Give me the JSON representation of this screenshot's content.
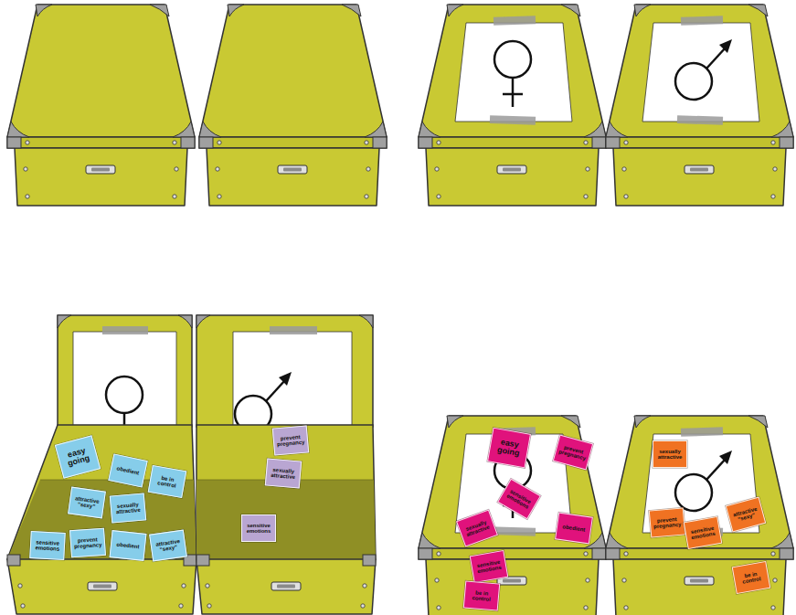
{
  "diagram": {
    "nodes": [
      {
        "text": [
          "easy going"
        ]
      },
      {
        "text": [
          "obedient"
        ]
      },
      {
        "text": [
          "be in control"
        ]
      },
      {
        "text": [
          "attractive “sexy”"
        ]
      },
      {
        "text": [
          "sexually attractive"
        ]
      },
      {
        "text": [
          "sensitive emotions"
        ]
      },
      {
        "text": [
          "prevent pregnancy"
        ]
      },
      {
        "text": [
          "obedient"
        ]
      },
      {
        "text": [
          "attractive “sexy”"
        ]
      },
      {
        "text": [
          "prevent pregnancy"
        ]
      },
      {
        "text": [
          "sexually attractive"
        ]
      },
      {
        "text": [
          "sensitive emotions"
        ]
      },
      {
        "text": [
          "easy going"
        ]
      },
      {
        "text": [
          "prevent pregnancy"
        ]
      },
      {
        "text": [
          "sensitive emotions"
        ]
      },
      {
        "text": [
          "sexually attractive"
        ]
      },
      {
        "text": [
          "obedient"
        ]
      },
      {
        "text": [
          "sensitive emotions"
        ]
      },
      {
        "text": [
          "be in control"
        ]
      },
      {
        "text": [
          "sexually attractive"
        ]
      },
      {
        "text": [
          "prevent pregnancy"
        ]
      },
      {
        "text": [
          "sensitive emotions"
        ]
      },
      {
        "text": [
          "attractive “sexy”"
        ]
      },
      {
        "text": [
          "be in control"
        ]
      }
    ]
  }
}
